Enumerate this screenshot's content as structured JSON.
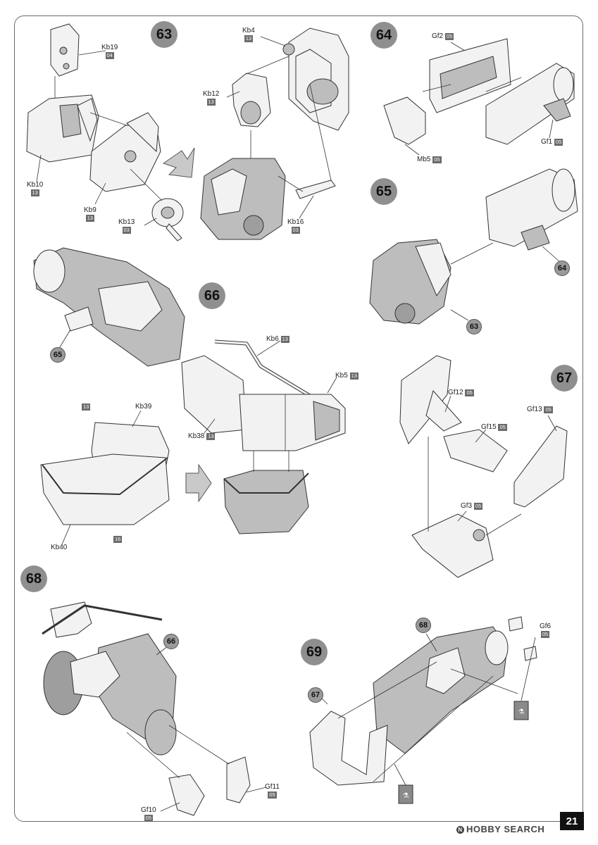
{
  "page_number": "21",
  "watermark": "HOBBY SEARCH",
  "watermark_mark": "N",
  "steps": {
    "s63": "63",
    "s64": "64",
    "s65": "65",
    "s66": "66",
    "s67": "67",
    "s68": "68",
    "s69": "69"
  },
  "refs": {
    "r64": "64",
    "r63": "63",
    "r65": "65",
    "r66": "66",
    "r67": "67",
    "r68": "68"
  },
  "parts": {
    "Kb19": {
      "name": "Kb19",
      "code": "04"
    },
    "Kb4": {
      "name": "Kb4",
      "code": "13"
    },
    "Kb12": {
      "name": "Kb12",
      "code": "13"
    },
    "Kb10": {
      "name": "Kb10",
      "code": "13"
    },
    "Kb9": {
      "name": "Kb9",
      "code": "13"
    },
    "Kb13": {
      "name": "Kb13",
      "code": "03"
    },
    "Kb16": {
      "name": "Kb16",
      "code": "03"
    },
    "Gf2": {
      "name": "Gf2",
      "code": "05"
    },
    "Gf1": {
      "name": "Gf1",
      "code": "05"
    },
    "Mb5": {
      "name": "Mb5",
      "code": "05"
    },
    "Kb6": {
      "name": "Kb6",
      "code": "13"
    },
    "Kb5": {
      "name": "Kb5",
      "code": "13"
    },
    "Kb38": {
      "name": "Kb38",
      "code": "13"
    },
    "Kb39": {
      "name": "Kb39",
      "code": "13"
    },
    "Kb40": {
      "name": "Kb40",
      "code": "16"
    },
    "Gf12": {
      "name": "Gf12",
      "code": "05"
    },
    "Gf13": {
      "name": "Gf13",
      "code": "05"
    },
    "Gf15": {
      "name": "Gf15",
      "code": "05"
    },
    "Gf3": {
      "name": "Gf3",
      "code": "05"
    },
    "Gf11": {
      "name": "Gf11",
      "code": "05"
    },
    "Gf10": {
      "name": "Gf10",
      "code": "05"
    },
    "Gf6": {
      "name": "Gf6",
      "code": "05"
    }
  },
  "icons": {
    "glue": "glue-icon",
    "arrow": "assembly-arrow-icon"
  },
  "colors": {
    "step_circle": "#8f8f8f",
    "badge": "#6b6b6b",
    "part_fill": "#f2f2f2",
    "part_shade": "#bdbdbd"
  }
}
